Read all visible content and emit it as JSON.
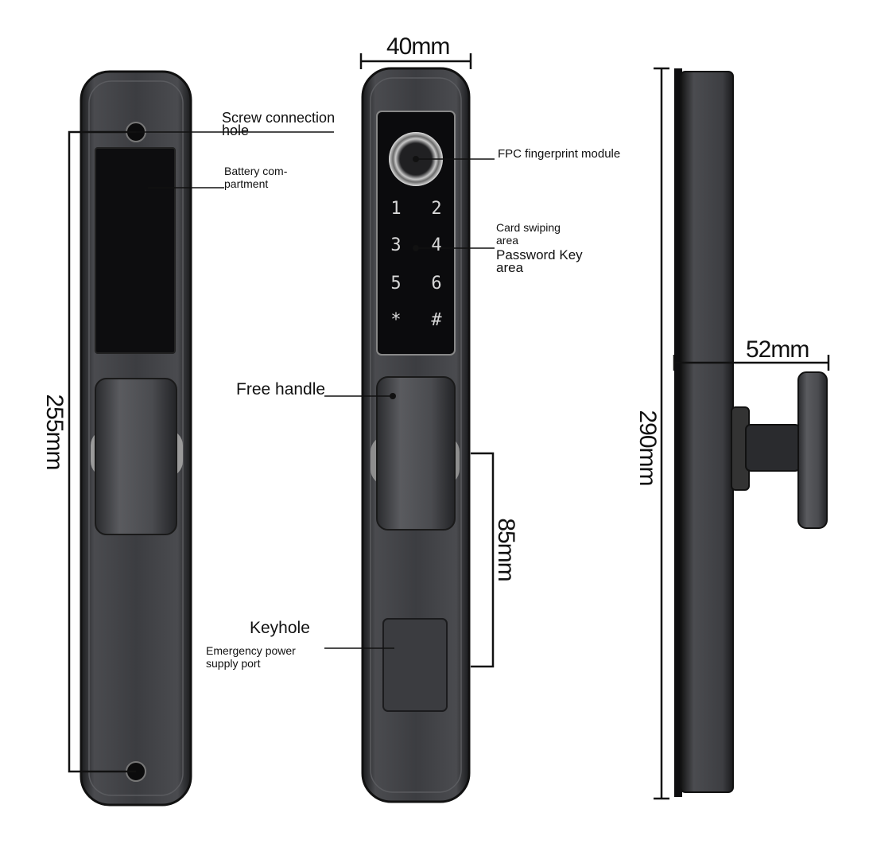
{
  "dimensions": {
    "width_label": "40mm",
    "height_left_label": "255mm",
    "handle_span_label": "85mm",
    "depth_label": "52mm",
    "height_total_label": "290mm"
  },
  "callouts": {
    "screw_hole": "Screw connection hole",
    "battery": "Battery com-\npartment",
    "fingerprint": "FPC fingerprint module",
    "card_area": "Card swiping area",
    "password_area": "Password Key area",
    "free_handle": "Free handle",
    "keyhole": "Keyhole",
    "emergency_port": "Emergency power supply port"
  },
  "keypad": {
    "keys": [
      "1",
      "2",
      "3",
      "4",
      "5",
      "6",
      "*",
      "#"
    ]
  },
  "colors": {
    "body": "#3a3b3e",
    "body_edge": "#1a1b1d",
    "panel": "#0d0d0f",
    "line": "#111111"
  }
}
